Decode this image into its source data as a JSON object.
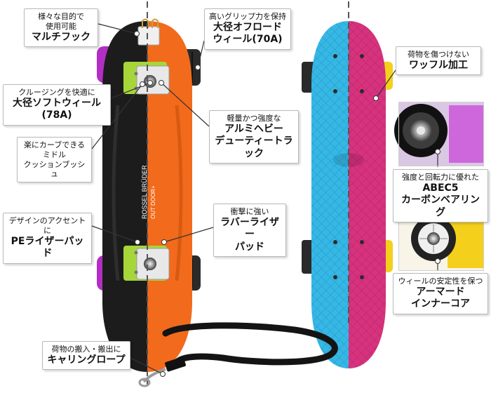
{
  "features": [
    {
      "id": "hook",
      "lines": [
        {
          "t": "様々な目的で",
          "s": "sm"
        },
        {
          "t": "使用可能",
          "s": "sm"
        },
        {
          "t": "マルチフック",
          "s": "lg"
        }
      ]
    },
    {
      "id": "softwheel",
      "lines": [
        {
          "t": "クルージングを快適に",
          "s": "sm"
        },
        {
          "t": "大径ソフトウィール",
          "s": "lg"
        },
        {
          "t": "(78A)",
          "s": "lg"
        }
      ]
    },
    {
      "id": "bushing",
      "lines": [
        {
          "t": "楽にカーブできる",
          "s": "sm"
        },
        {
          "t": "ミドル",
          "s": "sm"
        },
        {
          "t": "クッションブッシュ",
          "s": "sm"
        }
      ]
    },
    {
      "id": "pepad",
      "lines": [
        {
          "t": "デザインのアクセントに",
          "s": "sm"
        },
        {
          "t": "PEライザーパッド",
          "s": "lg"
        }
      ]
    },
    {
      "id": "carry",
      "lines": [
        {
          "t": "荷物の搬入・搬出に",
          "s": "sm"
        },
        {
          "t": "キャリングロープ",
          "s": "lg"
        }
      ]
    },
    {
      "id": "gripwheel",
      "lines": [
        {
          "t": "高いグリップ力を保持",
          "s": "sm"
        },
        {
          "t": "大径オフロード",
          "s": "lg"
        },
        {
          "t": "ウィール(70A)",
          "s": "lg"
        }
      ]
    },
    {
      "id": "truck",
      "lines": [
        {
          "t": "軽量かつ強度な",
          "s": "sm"
        },
        {
          "t": "アルミヘビー",
          "s": "lg"
        },
        {
          "t": "デューティートラック",
          "s": "lg"
        }
      ]
    },
    {
      "id": "rubberpad",
      "lines": [
        {
          "t": "衝撃に強い",
          "s": "sm"
        },
        {
          "t": "ラバーライザー",
          "s": "lg"
        },
        {
          "t": "パッド",
          "s": "lg"
        }
      ]
    },
    {
      "id": "waffle",
      "lines": [
        {
          "t": "荷物を傷つけない",
          "s": "sm"
        },
        {
          "t": "ワッフル加工",
          "s": "lg"
        }
      ]
    },
    {
      "id": "bearing",
      "lines": [
        {
          "t": "強度と回転力に優れた",
          "s": "sm"
        },
        {
          "t": "ABEC5",
          "s": "lg"
        },
        {
          "t": "カーボンベアリング",
          "s": "lg"
        }
      ]
    },
    {
      "id": "innercore",
      "lines": [
        {
          "t": "ウィールの安定性を保つ",
          "s": "sm"
        },
        {
          "t": "アーマード",
          "s": "lg"
        },
        {
          "t": "インナーコア",
          "s": "lg"
        }
      ]
    }
  ],
  "board_print": {
    "brand": "ROSSEL BRÜDER",
    "sub": "OUT DOOR+"
  },
  "colors": {
    "black_deck": "#1c1c1c",
    "orange_deck": "#f26a1b",
    "cyan_deck": "#35b8e6",
    "magenta_deck": "#d8327e",
    "purple_wheel": "#b22fc4",
    "black_wheel": "#2a2a2a",
    "lime_pad": "#a6d63a",
    "yellow_wheel": "#f4d01c",
    "dashed_line": "#555555"
  }
}
